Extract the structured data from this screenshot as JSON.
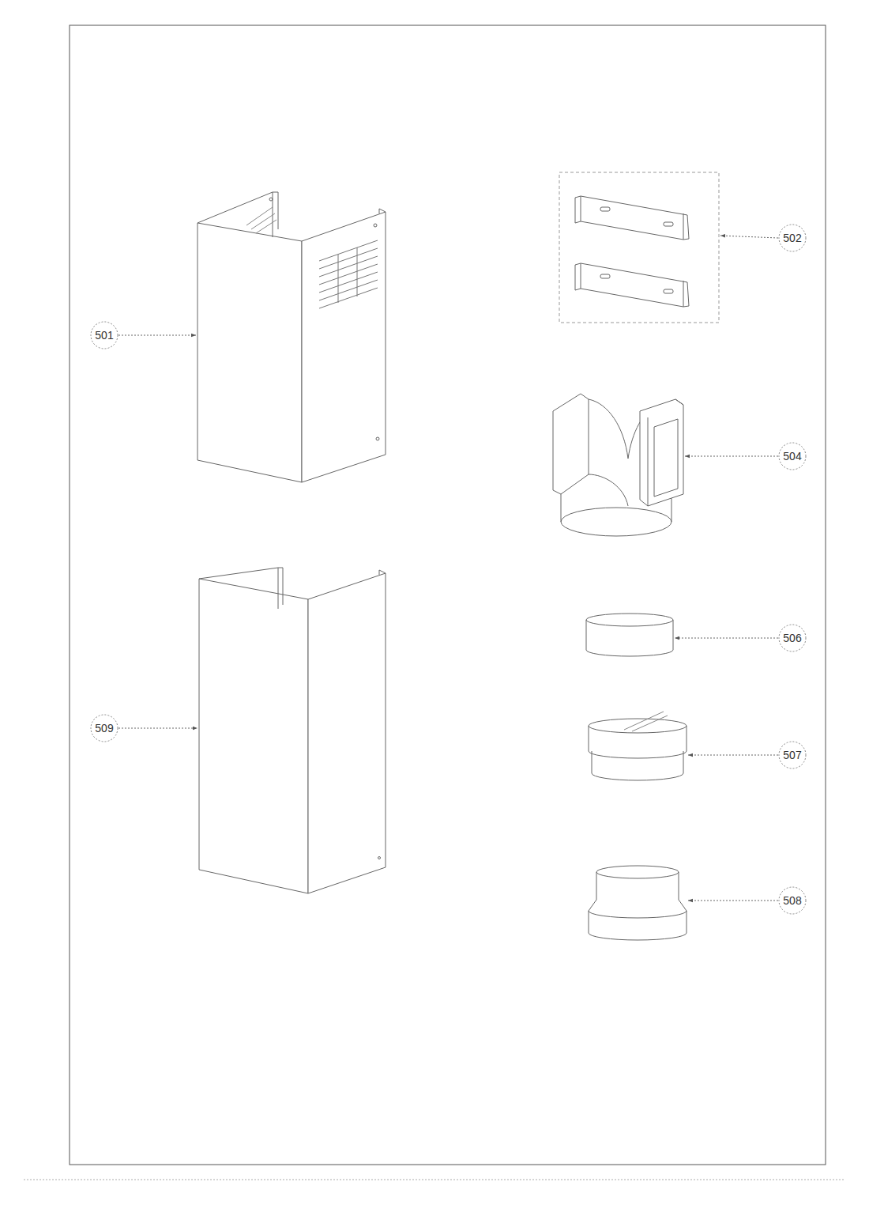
{
  "diagram": {
    "labels": [
      "502",
      "501",
      "504",
      "506",
      "509",
      "507",
      "508"
    ]
  }
}
